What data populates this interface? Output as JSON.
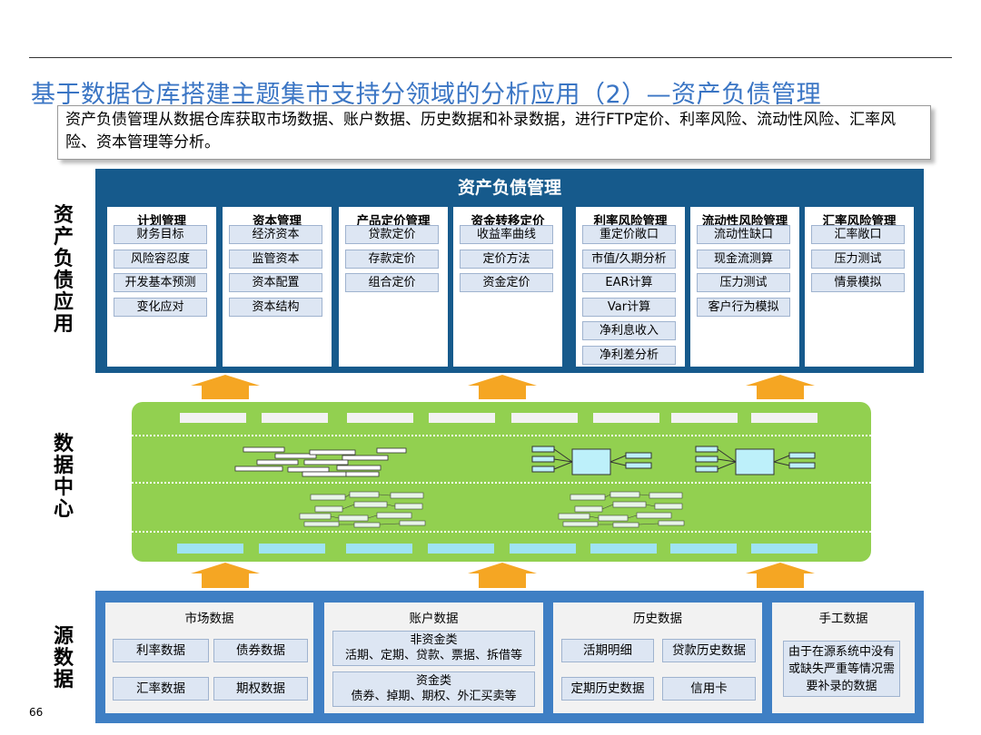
{
  "title": "基于数据仓库搭建主题集市支持分领域的分析应用（2）—资产负债管理",
  "description": "资产负债管理从数据仓库获取市场数据、账户数据、历史数据和补录数据，进行FTP定价、利率风险、流动性风险、汇率风险、资本管理等分析。",
  "side_labels": {
    "app": "资产负债应用",
    "datacenter": "数据中心",
    "source": "源数据"
  },
  "app_panel": {
    "title": "资产负债管理",
    "cards": [
      {
        "title": "计划管理",
        "items": [
          "财务目标",
          "风险容忍度",
          "开发基本预测",
          "变化应对"
        ]
      },
      {
        "title": "资本管理",
        "items": [
          "经济资本",
          "监管资本",
          "资本配置",
          "资本结构"
        ]
      },
      {
        "title": "产品定价管理",
        "items": [
          "贷款定价",
          "存款定价",
          "组合定价"
        ]
      },
      {
        "title": "资金转移定价",
        "items": [
          "收益率曲线",
          "定价方法",
          "资金定价"
        ]
      },
      {
        "title": "利率风险管理",
        "items": [
          "重定价敞口",
          "市值/久期分析",
          "EAR计算",
          "Var计算",
          "净利息收入",
          "净利差分析"
        ]
      },
      {
        "title": "流动性风险管理",
        "items": [
          "流动性缺口",
          "现金流测算",
          "压力测试",
          "客户行为模拟"
        ]
      },
      {
        "title": "汇率风险管理",
        "items": [
          "汇率敞口",
          "压力测试",
          "情景模拟"
        ]
      }
    ]
  },
  "source_panel": {
    "market": {
      "title": "市场数据",
      "items": [
        "利率数据",
        "债券数据",
        "汇率数据",
        "期权数据"
      ]
    },
    "account": {
      "title": "账户数据",
      "non_capital_title": "非资金类",
      "non_capital_desc": "活期、定期、贷款、票据、拆借等",
      "capital_title": "资金类",
      "capital_desc": "债券、掉期、期权、外汇买卖等"
    },
    "history": {
      "title": "历史数据",
      "items": [
        "活期明细",
        "贷款历史数据",
        "定期历史数据",
        "信用卡"
      ]
    },
    "manual": {
      "title": "手工数据",
      "note": "由于在源系统中没有或缺失严重等情况需要补录的数据"
    }
  },
  "page_number": "66",
  "colors": {
    "title_blue": "#3a75c4",
    "app_panel": "#165a8c",
    "chip_fill": "#dde6f3",
    "datacenter_green": "#92d050",
    "arrow_orange": "#f5a623",
    "source_panel": "#3f7fc4"
  }
}
